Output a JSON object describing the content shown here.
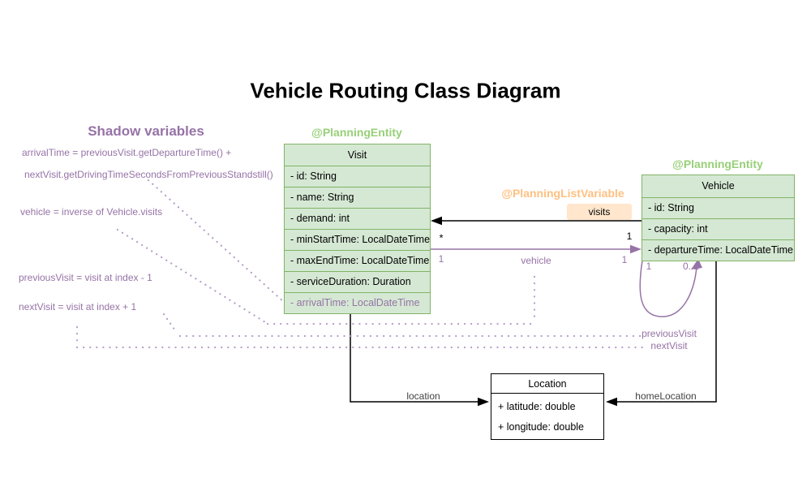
{
  "title": "Vehicle Routing Class Diagram",
  "shadow": {
    "heading": "Shadow variables",
    "line1": "arrivalTime = previousVisit.getDepartureTime() +",
    "line2": "nextVisit.getDrivingTimeSecondsFromPreviousStandstill()",
    "line3": "vehicle = inverse of Vehicle.visits",
    "line4": "previousVisit = visit at index - 1",
    "line5": "nextVisit = visit at index + 1"
  },
  "visit": {
    "annotation": "@PlanningEntity",
    "name": "Visit",
    "attributes": [
      "- id: String",
      "- name: String",
      "- demand: int",
      "- minStartTime: LocalDateTime",
      "- maxEndTime: LocalDateTime",
      "- serviceDuration: Duration"
    ],
    "shadow_attribute": "- arrivalTime: LocalDateTime"
  },
  "vehicle": {
    "annotation": "@PlanningEntity",
    "name": "Vehicle",
    "attributes": [
      "- id: String",
      "- capacity: int",
      "- departureTime: LocalDateTime"
    ]
  },
  "location": {
    "name": "Location",
    "attributes": [
      "+ latitude: double",
      "+ longitude: double"
    ]
  },
  "relations": {
    "visits_annotation": "@PlanningListVariable",
    "visits_label": "visits",
    "visits_mult_target": "*",
    "visits_mult_source": "1",
    "vehicle_label": "vehicle",
    "vehicle_mult_left": "1",
    "vehicle_mult_right": "1",
    "loop_mult_left": "1",
    "loop_mult_right": "0..1",
    "loop_label_previous": "previousVisit",
    "loop_label_next": "nextVisit",
    "location_label": "location",
    "home_location_label": "homeLocation"
  },
  "colors": {
    "green_fill": "#d5e8d4",
    "green_border": "#82b366",
    "green_annotation": "#97d077",
    "purple": "#9673a6",
    "dotted_purple": "#b49dc8",
    "orange_annotation": "#ffc080",
    "peach_fill": "#ffe6cc"
  }
}
